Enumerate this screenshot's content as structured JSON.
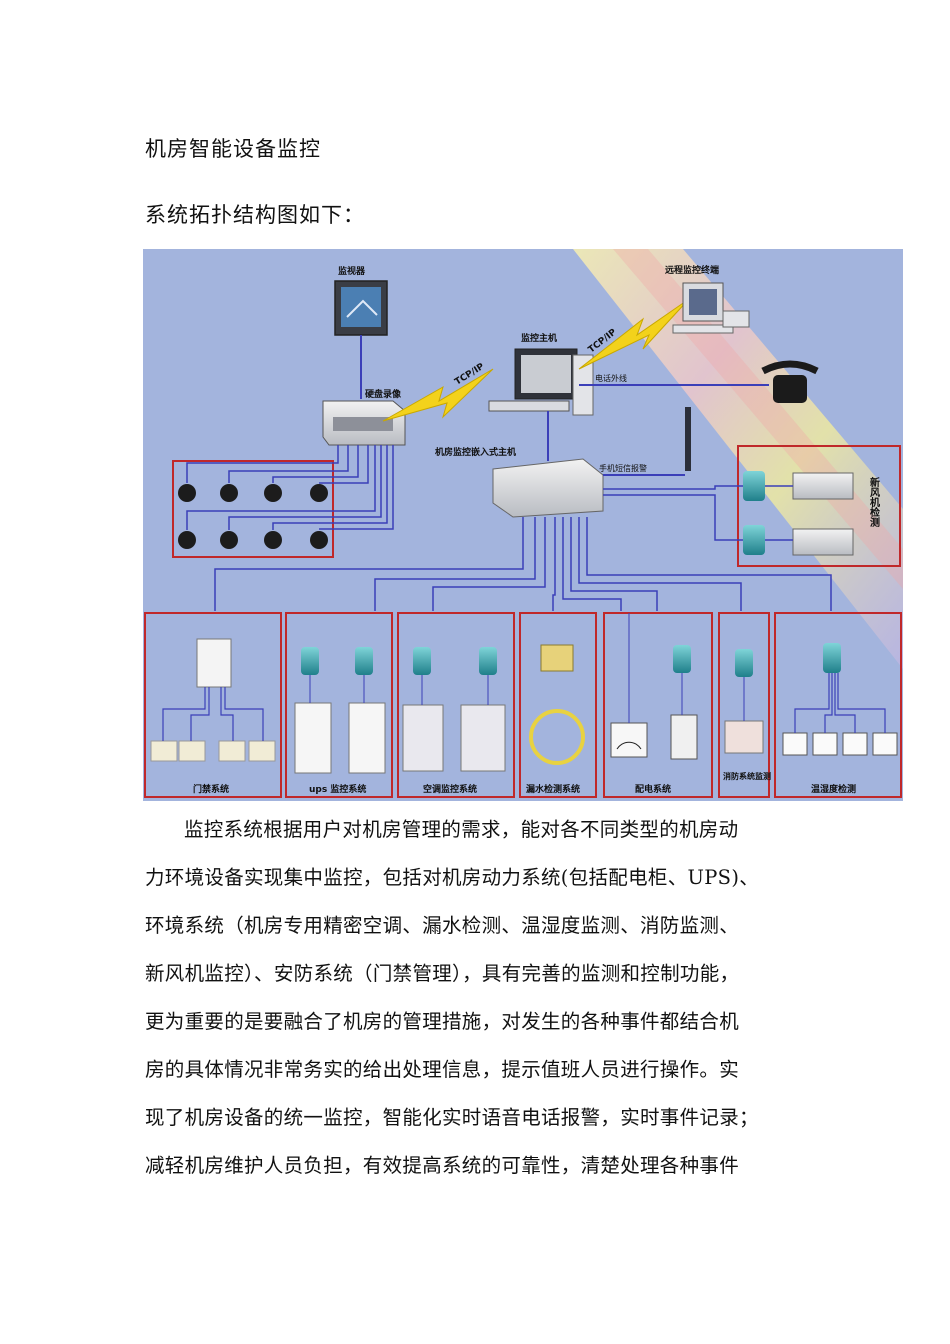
{
  "doc": {
    "title": "机房智能设备监控",
    "subtitle": "系统拓扑结构图如下：",
    "paragraph_lines": [
      "监控系统根据用户对机房管理的需求，能对各不同类型的机房动",
      "力环境设备实现集中监控，包括对机房动力系统(包括配电柜、UPS)、",
      "环境系统（机房专用精密空调、漏水检测、温湿度监测、消防监测、",
      "新风机监控）、安防系统（门禁管理），具有完善的监测和控制功能，",
      "更为重要的是要融合了机房的管理措施，对发生的各种事件都结合机",
      "房的具体情况非常务实的给出处理信息，提示值班人员进行操作。实",
      "现了机房设备的统一监控，智能化实时语音电话报警，实时事件记录；",
      "减轻机房维护人员负担，有效提高系统的可靠性，清楚处理各种事件"
    ]
  },
  "diagram": {
    "labels": {
      "monitor": "监视器",
      "dvr": "硬盘录像",
      "host": "监控主机",
      "remote": "远程监控终端",
      "tcp_left": "TCP/IP",
      "tcp_right": "TCP/IP",
      "phone_line": "电话外线",
      "embedded_host": "机房监控嵌入式主机",
      "sms_alarm": "手机短信报警",
      "fresh_air": "新风机检测"
    },
    "subsystems": [
      "门禁系统",
      "ups 监控系统",
      "空调监控系统",
      "漏水检测系统",
      "配电系统",
      "消防系统监测",
      "温湿度检测"
    ],
    "colors": {
      "background": "#9fb3de",
      "frame": "#c0282a",
      "wire": "#3b3fb8",
      "lightning": "#f3d21b",
      "rainbow": "#f4e6a6"
    }
  }
}
